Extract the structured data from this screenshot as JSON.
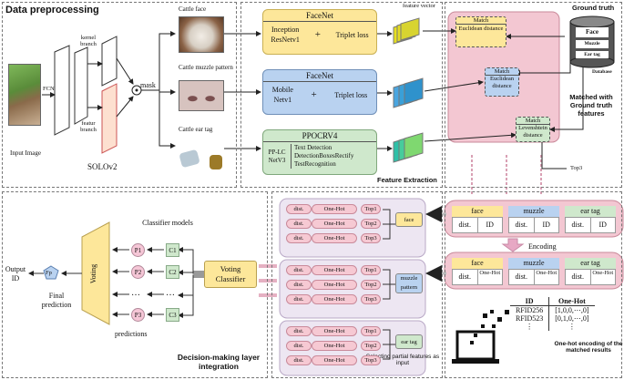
{
  "sections": {
    "preprocessing": "Data preprocessing",
    "feature_extraction": "Feature Extraction",
    "ground_truth": "Ground truth",
    "matched": "Matched with Ground truth features",
    "decision": "Decision-making layer integration",
    "selecting": "Selecting partial features as input",
    "onehot_results": "One-hot encoding of the matched results"
  },
  "preprocessing": {
    "input_image": "Input Image",
    "fcn": "FCN",
    "kernel_branch": "kernel branch",
    "feature_branch": "featur branch",
    "mask": "mask",
    "solo": "SOLOv2",
    "crops": [
      "Cattle face",
      "Cattle muzzle pattern",
      "Cattle ear tag"
    ]
  },
  "extraction": {
    "facenet1": {
      "title": "FaceNet",
      "line1": "Inception",
      "line2": "ResNetv1",
      "plus": "+",
      "loss": "Triplet loss"
    },
    "facenet2": {
      "title": "FaceNet",
      "line1": "Mobile",
      "line2": "Netv1",
      "plus": "+",
      "loss": "Triplet loss"
    },
    "ocr": {
      "title": "PPOCRV4",
      "left1": "PP-LC",
      "left2": "NetV3",
      "r1": "Text Detection",
      "r2": "DetectionBoxesRectify",
      "r3": "TestRecognition"
    },
    "feature_vector": "feature vector"
  },
  "matching": {
    "m1": {
      "top": "Match",
      "body": "Euclidean distance"
    },
    "m2": {
      "top": "Match",
      "body": "Euclidean distance"
    },
    "m3": {
      "top": "Match",
      "body": "Levenshtein distance"
    },
    "top3": "Top3"
  },
  "database": {
    "layers": [
      "Face",
      "Muzzle",
      "Ear tag"
    ],
    "label": "Database"
  },
  "encoding": {
    "row1": [
      {
        "name": "face",
        "a": "dist.",
        "b": "ID"
      },
      {
        "name": "muzzle",
        "a": "dist.",
        "b": "ID"
      },
      {
        "name": "ear tag",
        "a": "dist.",
        "b": "ID"
      }
    ],
    "label": "Encoding",
    "row2": [
      {
        "name": "face",
        "a": "dist.",
        "b": "One-Hot"
      },
      {
        "name": "muzzle",
        "a": "dist.",
        "b": "One-Hot"
      },
      {
        "name": "ear tag",
        "a": "dist.",
        "b": "One-Hot"
      }
    ],
    "table_headers": [
      "ID",
      "One-Hot"
    ],
    "table_rows": [
      [
        "RFID256",
        "[1,0,0,⋯,0]"
      ],
      [
        "RFID523",
        "[0,1,0,⋯,0]"
      ],
      [
        "⋮",
        "⋮"
      ]
    ]
  },
  "selecting": {
    "groups": [
      {
        "label": "face",
        "rows": [
          [
            "dist.",
            "One-Hot",
            "Top1"
          ],
          [
            "dist.",
            "One-Hot",
            "Top2"
          ],
          [
            "dist.",
            "One-Hot",
            "Top3"
          ]
        ]
      },
      {
        "label": "muzzle pattern",
        "rows": [
          [
            "dist.",
            "One-Hot",
            "Top1"
          ],
          [
            "dist.",
            "One-Hot",
            "Top2"
          ],
          [
            "dist.",
            "One-Hot",
            "Top3"
          ]
        ]
      },
      {
        "label": "ear tag",
        "rows": [
          [
            "dist.",
            "One-Hot",
            "Top1"
          ],
          [
            "dist.",
            "One-Hot",
            "Top2"
          ],
          [
            "dist.",
            "One-Hot",
            "Top3"
          ]
        ]
      }
    ]
  },
  "decision": {
    "classifier_models": "Classifier models",
    "voting_classifier": "Voting Classifier",
    "voting": "Voting",
    "output": "Output ID",
    "fp": "Fp",
    "final_prediction": "Final prediction",
    "predictions": "predictions",
    "preds": [
      "P1",
      "P2",
      "…",
      "P3"
    ],
    "classifiers": [
      "C1",
      "C2",
      "…",
      "C3"
    ]
  },
  "colors": {
    "yellow": "#fde79a",
    "blue": "#b9d2f0",
    "green": "#cfe8cc",
    "pink": "#f6c9d3",
    "pinkbg": "#f3c7d2"
  }
}
